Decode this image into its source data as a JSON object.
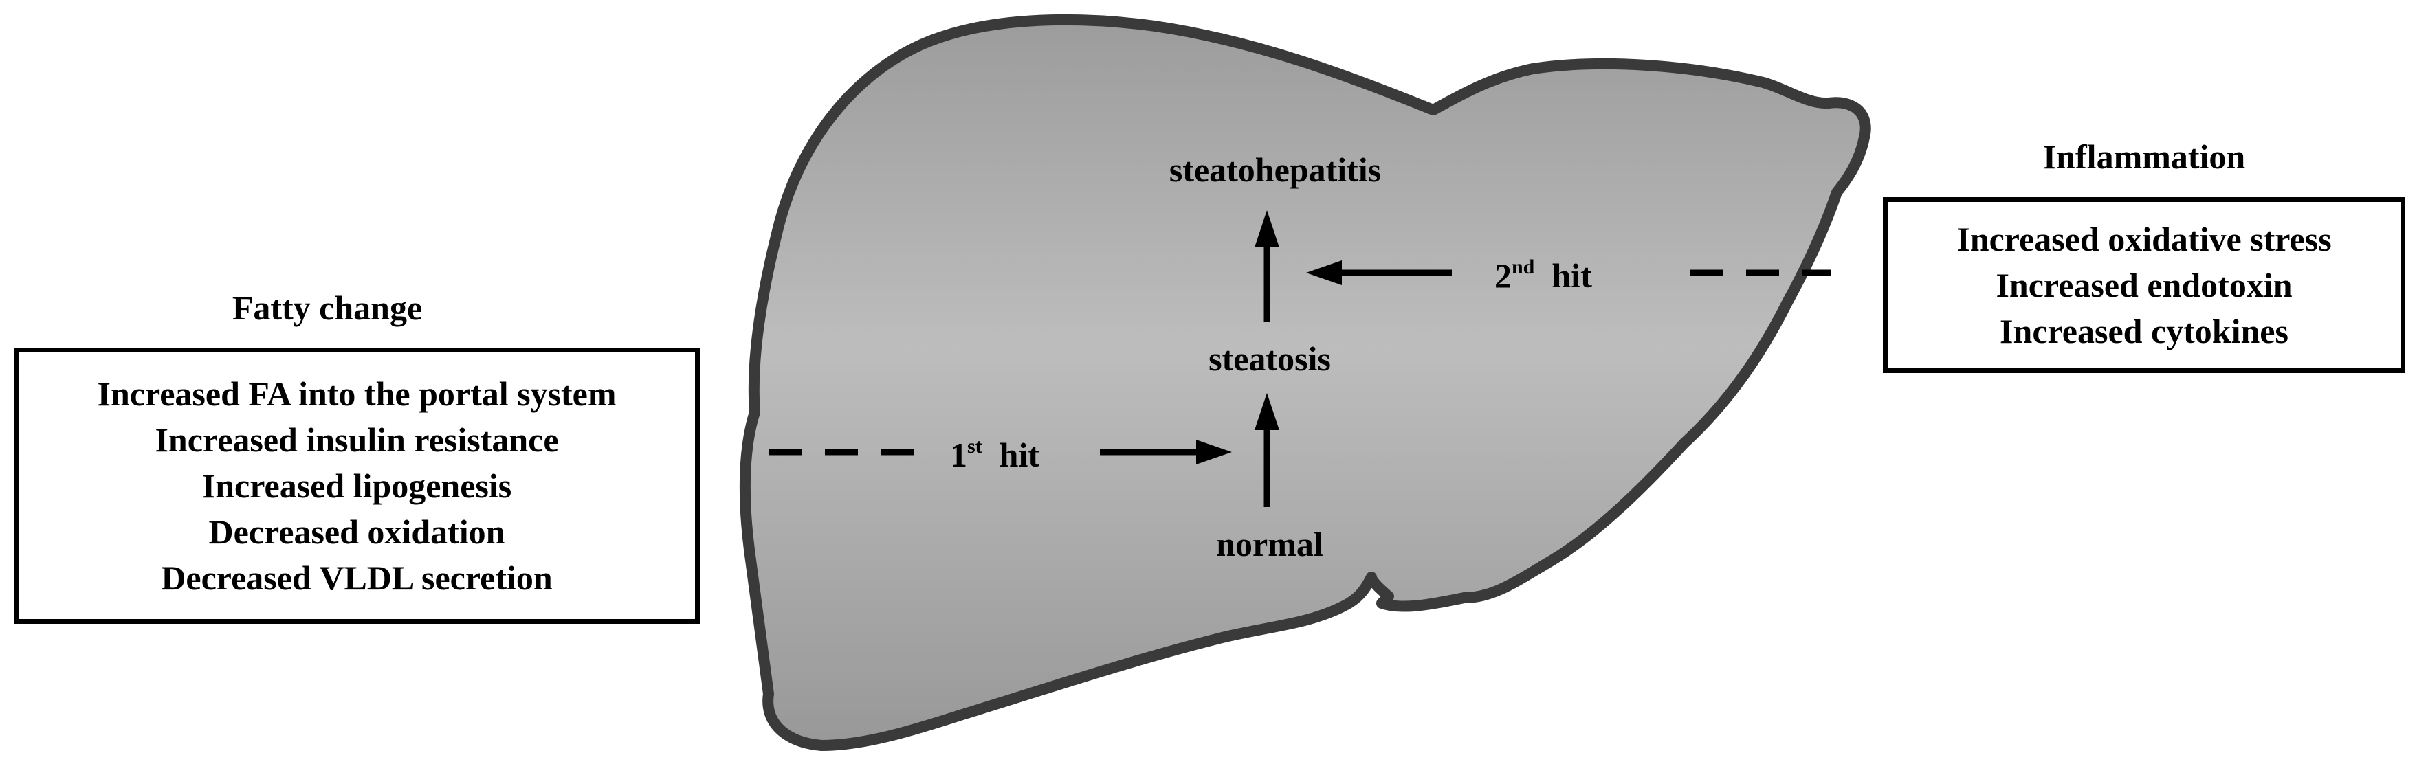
{
  "left_panel": {
    "title": "Fatty change",
    "lines": [
      "Increased FA into the portal system",
      "Increased insulin resistance",
      "Increased lipogenesis",
      "Decreased oxidation",
      "Decreased VLDL secretion"
    ]
  },
  "right_panel": {
    "title": "Inflammation",
    "lines": [
      "Increased oxidative stress",
      "Increased endotoxin",
      "Increased cytokines"
    ]
  },
  "stages": {
    "top": "steatohepatitis",
    "middle": "steatosis",
    "bottom": "normal"
  },
  "hits": {
    "first": {
      "num": "1",
      "sup": "st",
      "word": "hit"
    },
    "second": {
      "num": "2",
      "sup": "nd",
      "word": "hit"
    }
  },
  "colors": {
    "liver_outline": "#3a3a3a",
    "liver_fill_edge": "#9c9c9c",
    "liver_fill_center": "#bcbcbc",
    "stroke": "#000000"
  }
}
